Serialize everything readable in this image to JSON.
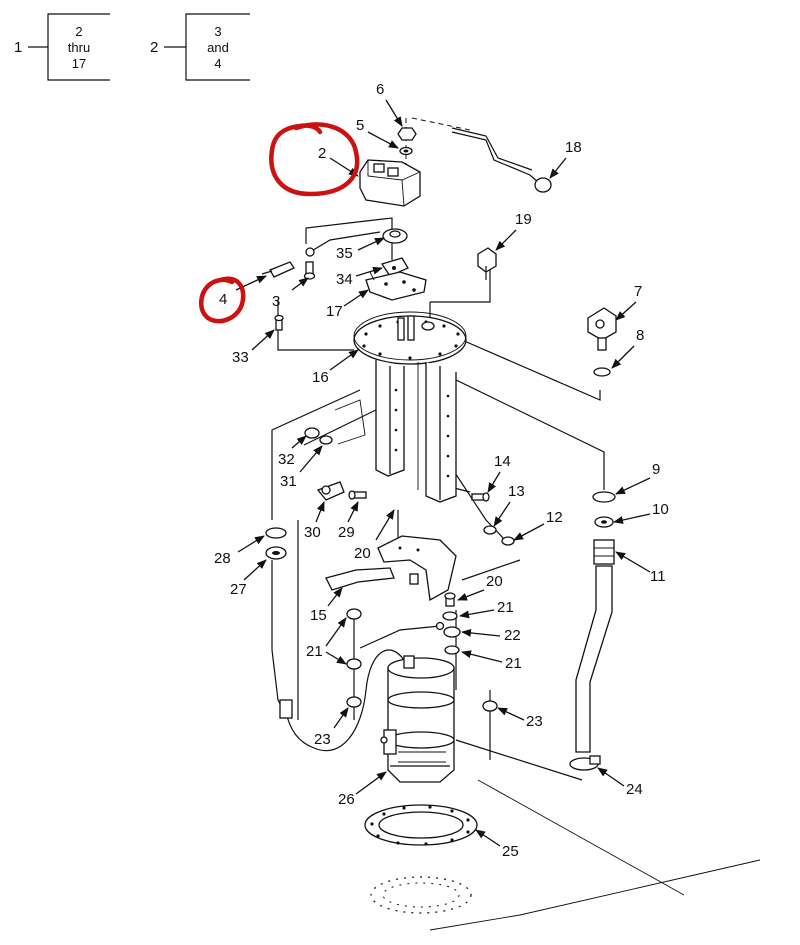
{
  "legend": [
    {
      "ref": "1",
      "lines": [
        "2",
        "thru",
        "17"
      ]
    },
    {
      "ref": "2",
      "lines": [
        "3",
        "and",
        "4"
      ]
    }
  ],
  "callouts": [
    {
      "id": "c2",
      "text": "2"
    },
    {
      "id": "c3",
      "text": "3"
    },
    {
      "id": "c4",
      "text": "4"
    },
    {
      "id": "c5",
      "text": "5"
    },
    {
      "id": "c6",
      "text": "6"
    },
    {
      "id": "c7",
      "text": "7"
    },
    {
      "id": "c8",
      "text": "8"
    },
    {
      "id": "c9",
      "text": "9"
    },
    {
      "id": "c10",
      "text": "10"
    },
    {
      "id": "c11",
      "text": "11"
    },
    {
      "id": "c12",
      "text": "12"
    },
    {
      "id": "c13",
      "text": "13"
    },
    {
      "id": "c14",
      "text": "14"
    },
    {
      "id": "c15",
      "text": "15"
    },
    {
      "id": "c16",
      "text": "16"
    },
    {
      "id": "c17",
      "text": "17"
    },
    {
      "id": "c18",
      "text": "18"
    },
    {
      "id": "c19",
      "text": "19"
    },
    {
      "id": "c20a",
      "text": "20"
    },
    {
      "id": "c20b",
      "text": "20"
    },
    {
      "id": "c21a",
      "text": "21"
    },
    {
      "id": "c21b",
      "text": "21"
    },
    {
      "id": "c21c",
      "text": "21"
    },
    {
      "id": "c22",
      "text": "22"
    },
    {
      "id": "c23a",
      "text": "23"
    },
    {
      "id": "c23b",
      "text": "23"
    },
    {
      "id": "c24",
      "text": "24"
    },
    {
      "id": "c25",
      "text": "25"
    },
    {
      "id": "c26",
      "text": "26"
    },
    {
      "id": "c27",
      "text": "27"
    },
    {
      "id": "c28",
      "text": "28"
    },
    {
      "id": "c29",
      "text": "29"
    },
    {
      "id": "c30",
      "text": "30"
    },
    {
      "id": "c31",
      "text": "31"
    },
    {
      "id": "c32",
      "text": "32"
    },
    {
      "id": "c33",
      "text": "33"
    },
    {
      "id": "c34",
      "text": "34"
    },
    {
      "id": "c35",
      "text": "35"
    }
  ],
  "highlight_color": "#cc1111"
}
